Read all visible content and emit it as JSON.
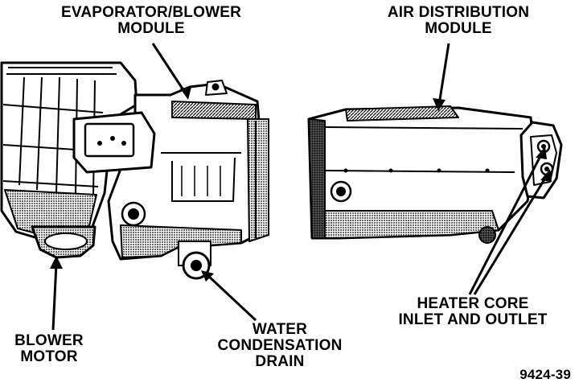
{
  "labels": {
    "evaporator_line1": "EVAPORATOR/BLOWER",
    "evaporator_line2": "MODULE",
    "air_line1": "AIR DISTRIBUTION",
    "air_line2": "MODULE",
    "heater_line1": "HEATER CORE",
    "heater_line2": "INLET AND OUTLET",
    "water_line1": "WATER",
    "water_line2": "CONDENSATION",
    "water_line3": "DRAIN",
    "blower_line1": "BLOWER",
    "blower_line2": "MOTOR"
  },
  "figure_number": "9424-39"
}
